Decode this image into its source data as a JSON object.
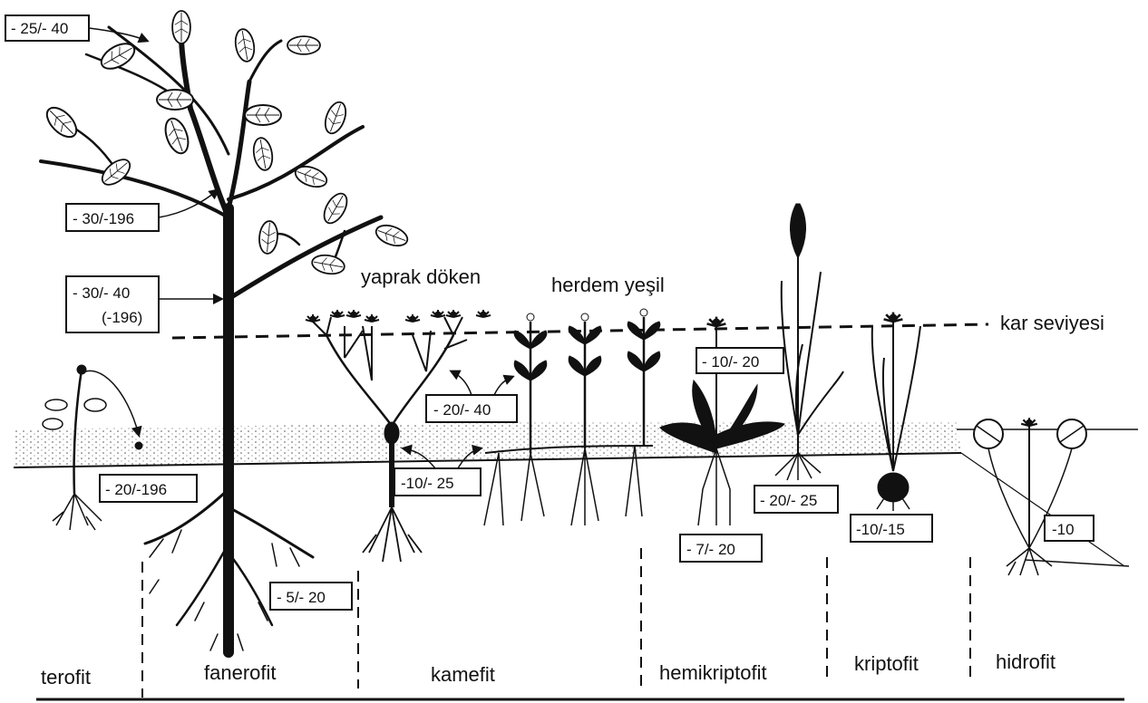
{
  "annotations": {
    "yaprak_doken": "yaprak döken",
    "herdem_yesil": "herdem yeşil",
    "kar_seviyesi": "kar seviyesi"
  },
  "categories": {
    "terofit": "terofit",
    "fanerofit": "fanerofit",
    "kamefit": "kamefit",
    "hemikriptofit": "hemikriptofit",
    "kriptofit": "kriptofit",
    "hidrofit": "hidrofit"
  },
  "temperature_labels": {
    "tree_top": "- 25/- 40",
    "tree_mid": "- 30/-196",
    "tree_trunk": "- 30/- 40",
    "tree_trunk_paren": "(-196)",
    "tree_root": "- 5/- 20",
    "terofit": "- 20/-196",
    "kamefit_shoot": "- 20/- 40",
    "kamefit_base": "-10/- 25",
    "hemikriptofit_rosette": "- 10/- 20",
    "hemikriptofit_root": "- 7/- 20",
    "grass": "- 20/- 25",
    "kriptofit": "-10/-15",
    "hidrofit": "-10"
  }
}
